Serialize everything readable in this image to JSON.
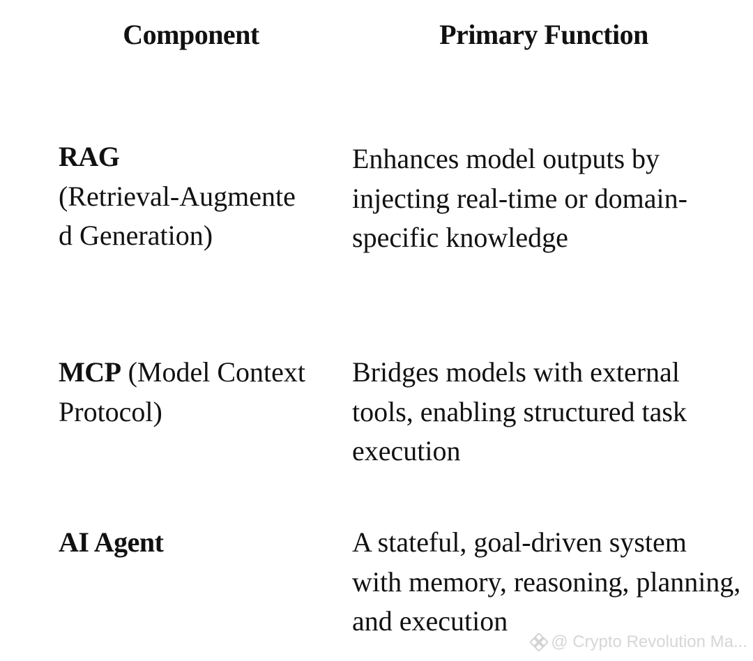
{
  "table": {
    "headers": {
      "component": "Component",
      "function": "Primary Function"
    },
    "rows": [
      {
        "term": "RAG",
        "term_detail_line1": "(Retrieval-Augmente",
        "term_detail_line2": "d Generation)",
        "function": "Enhances model outputs by injecting real-time or domain-specific knowledge"
      },
      {
        "term": "MCP",
        "term_detail": " (Model Context Protocol)",
        "function": "Bridges models with external tools, enabling structured task execution"
      },
      {
        "term": "AI Agent",
        "function": "A stateful, goal-driven system with memory, reasoning, planning, and execution"
      }
    ]
  },
  "watermark": {
    "text": "@ Crypto Revolution Ma...",
    "icon": "binance-logo-icon"
  }
}
